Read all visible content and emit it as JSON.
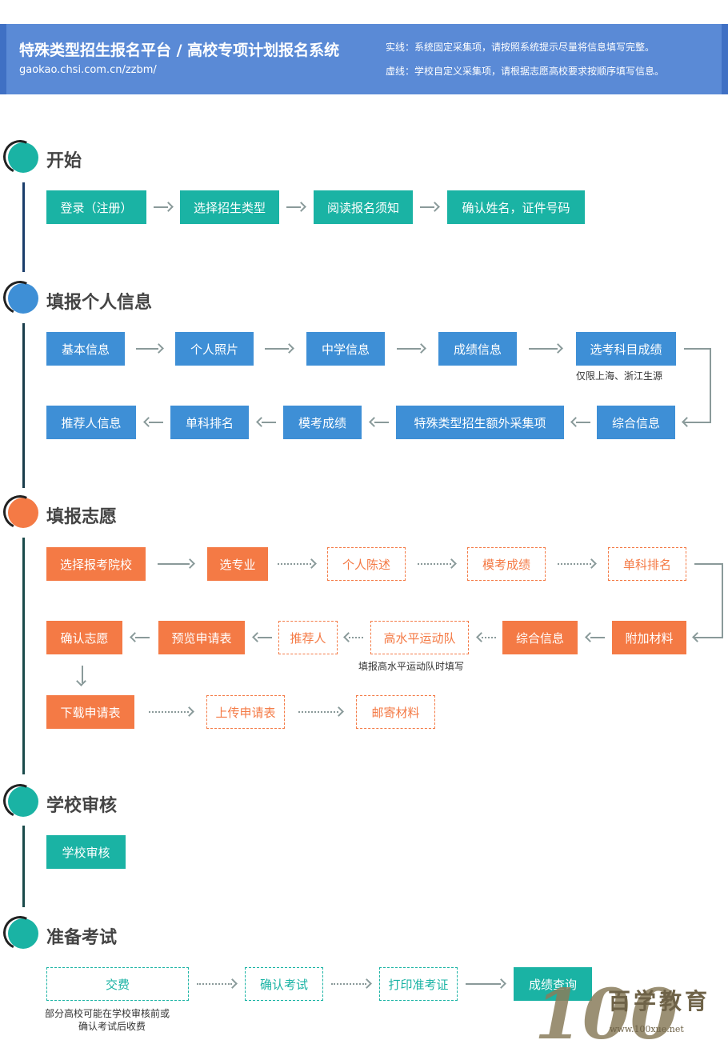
{
  "header": {
    "title": "特殊类型招生报名平台 / 高校专项计划报名系统",
    "url": "gaokao.chsi.com.cn/zzbm/",
    "legend_solid": "实线：系统固定采集项，请按照系统提示尽量将信息填写完整。",
    "legend_dashed": "虚线：学校自定义采集项，请根据志愿高校要求按顺序填写信息。"
  },
  "sections": {
    "start": {
      "title": "开始",
      "steps": [
        "登录（注册）",
        "选择招生类型",
        "阅读报名须知",
        "确认姓名，证件号码"
      ]
    },
    "personal": {
      "title": "填报个人信息",
      "row1": [
        "基本信息",
        "个人照片",
        "中学信息",
        "成绩信息",
        "选考科目成绩"
      ],
      "row1_note": "仅限上海、浙江生源",
      "row2": [
        "推荐人信息",
        "单科排名",
        "模考成绩",
        "特殊类型招生额外采集项",
        "综合信息"
      ]
    },
    "wish": {
      "title": "填报志愿",
      "row1": [
        "选择报考院校",
        "选专业",
        "个人陈述",
        "模考成绩",
        "单科排名"
      ],
      "row2": [
        "确认志愿",
        "预览申请表",
        "推荐人",
        "高水平运动队",
        "综合信息",
        "附加材料"
      ],
      "row2_note": "填报高水平运动队时填写",
      "row3": [
        "下载申请表",
        "上传申请表",
        "邮寄材料"
      ]
    },
    "review": {
      "title": "学校审核",
      "steps": [
        "学校审核"
      ]
    },
    "exam": {
      "title": "准备考试",
      "steps": [
        "交费",
        "确认考试",
        "打印准考证",
        "成绩查询"
      ],
      "note_line1": "部分高校可能在学校审核前或",
      "note_line2": "确认考试后收费"
    }
  },
  "watermark": {
    "number": "100",
    "name": "百学教育",
    "url": "www.100xue.net"
  },
  "colors": {
    "teal": "#1ab3a4",
    "blue": "#3e8fd6",
    "orange": "#f47a45",
    "banner": "#5a8ad6"
  }
}
